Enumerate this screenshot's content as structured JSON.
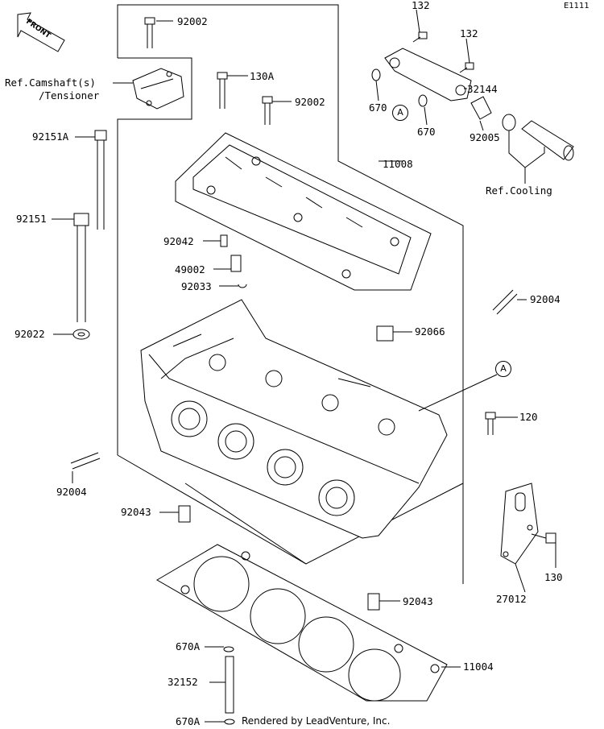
{
  "figure_id": "E1111",
  "front_label": "FRONT",
  "credit": "Rendered by LeadVenture, Inc.",
  "callout_a": "A",
  "labels": {
    "p92002_top": "92002",
    "ref_camshaft_1": "Ref.Camshaft(s)",
    "ref_camshaft_2": "/Tensioner",
    "p130A": "130A",
    "p92002_mid": "92002",
    "p132_a": "132",
    "p132_b": "132",
    "p32144": "32144",
    "p670_a": "670",
    "p670_b": "670",
    "p92005": "92005",
    "ref_cooling": "Ref.Cooling",
    "p92151A": "92151A",
    "p11008": "11008",
    "p92151": "92151",
    "p92042": "92042",
    "p49002": "49002",
    "p92033": "92033",
    "p92004_top": "92004",
    "p92022": "92022",
    "p92066": "92066",
    "p120": "120",
    "p92004_left": "92004",
    "p92043_left": "92043",
    "p130": "130",
    "p27012": "27012",
    "p92043_right": "92043",
    "p670A_a": "670A",
    "p11004": "11004",
    "p32152": "32152",
    "p670A_b": "670A"
  }
}
